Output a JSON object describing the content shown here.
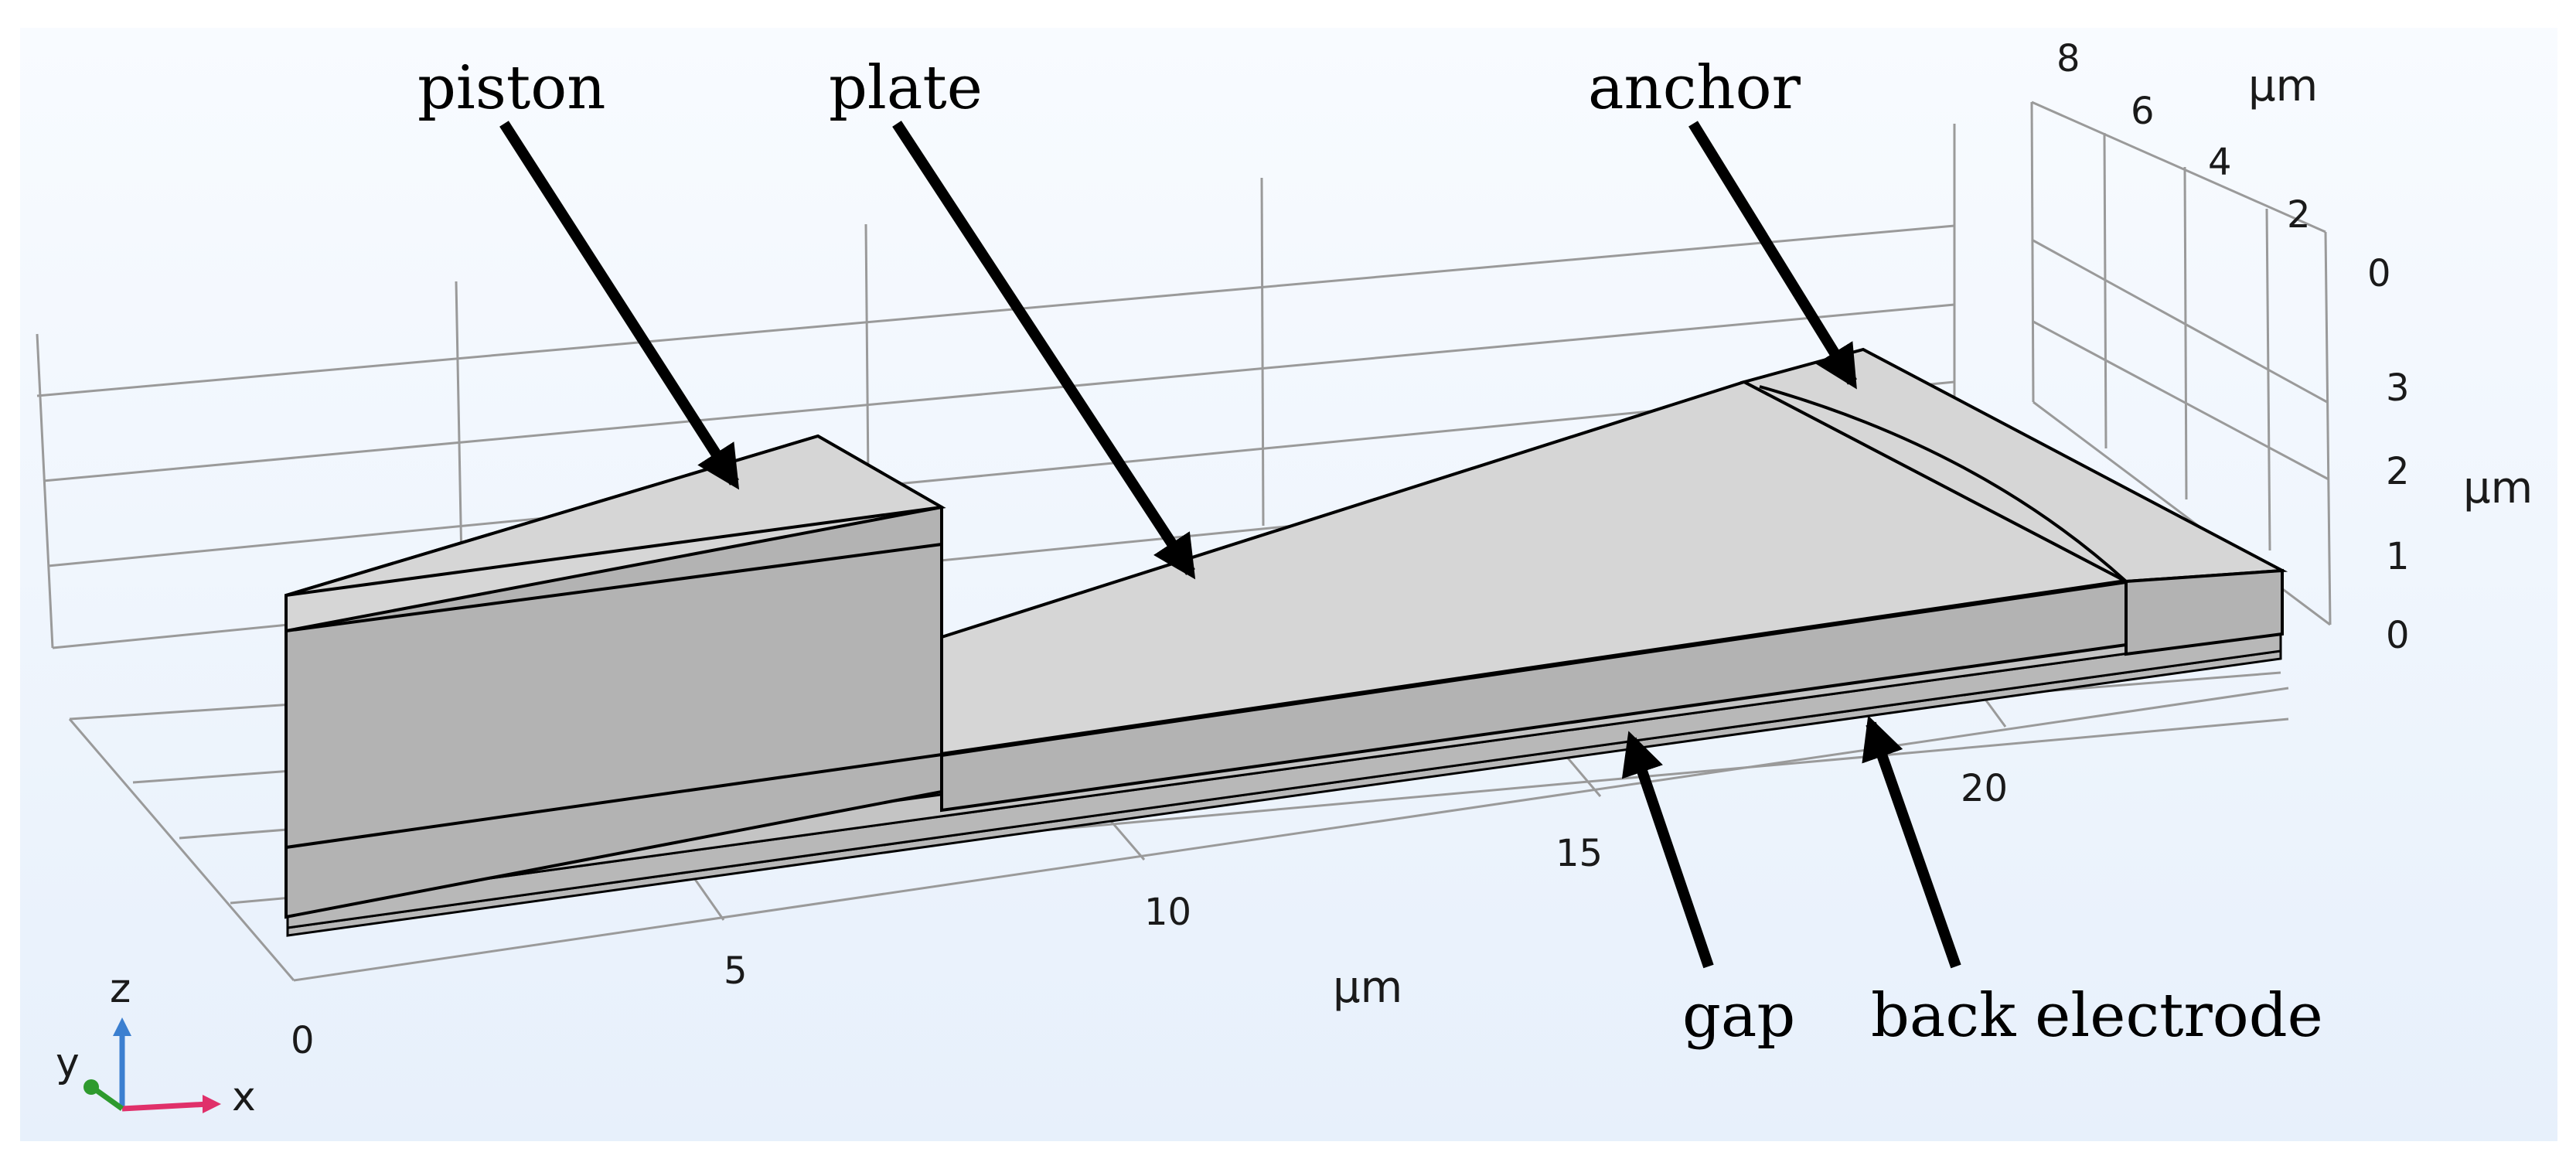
{
  "callouts": {
    "piston": "piston",
    "plate": "plate",
    "anchor": "anchor",
    "gap": "gap",
    "back_electrode": "back electrode"
  },
  "x_axis": {
    "ticks": [
      "0",
      "5",
      "10",
      "15",
      "20"
    ],
    "unit": "μm"
  },
  "y_axis": {
    "ticks": [
      "8",
      "6",
      "4",
      "2",
      "0"
    ],
    "unit": "μm"
  },
  "z_axis": {
    "ticks": [
      "3",
      "2",
      "1",
      "0"
    ],
    "unit": "μm"
  },
  "triad": {
    "x": "x",
    "y": "y",
    "z": "z"
  },
  "colors": {
    "top_face": "#d6d6d6",
    "side_face": "#b3b3b3",
    "grid": "#999999",
    "triad_x": "#e0306a",
    "triad_y": "#2e9a2e",
    "triad_z": "#3b7fd0"
  }
}
